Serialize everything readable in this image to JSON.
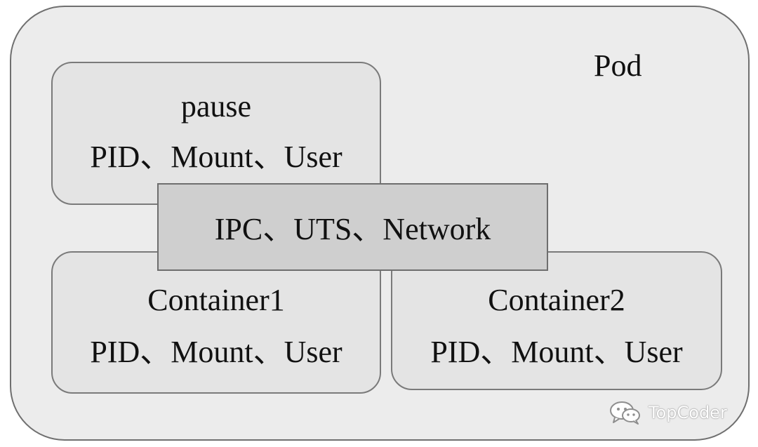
{
  "pod": {
    "label": "Pod"
  },
  "pause": {
    "name": "pause",
    "namespaces": "PID、Mount、User"
  },
  "shared_namespaces": {
    "label": "IPC、UTS、Network"
  },
  "container1": {
    "name": "Container1",
    "namespaces": "PID、Mount、User"
  },
  "container2": {
    "name": "Container2",
    "namespaces": "PID、Mount、User"
  },
  "watermark": {
    "icon": "wechat-icon",
    "text": "TopCoder"
  }
}
